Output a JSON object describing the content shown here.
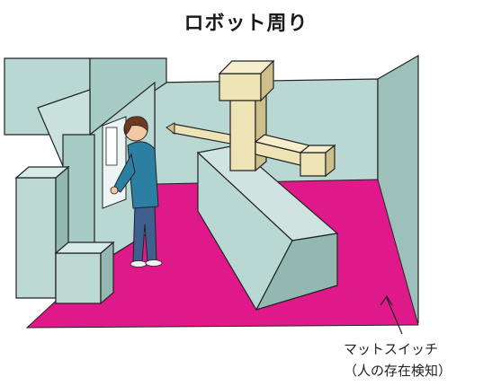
{
  "title": "ロボット周り",
  "callout": {
    "line1": "マットスイッチ",
    "line2": "（人の存在検知）"
  },
  "colors": {
    "mat": "#e0198a",
    "wall": "#b9d8d3",
    "wall_dark": "#8fb3ad",
    "robot": "#eee3b5",
    "robot_shade": "#cdbf8a",
    "shirt": "#2a7fa3",
    "jeans": "#3f5f8f",
    "hair": "#6b3a1f",
    "skin": "#f3c9a3"
  }
}
